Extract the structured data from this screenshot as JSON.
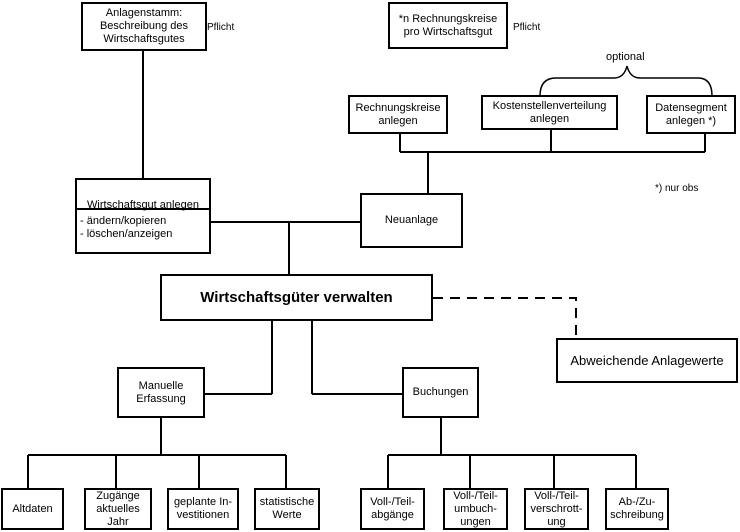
{
  "diagram": {
    "top": {
      "anlagenstamm": "Anlagenstamm:\nBeschreibung des\nWirtschaftsgutes",
      "anlagenstamm_note": "Pflicht",
      "rechnungskreise_per_wg": "*n Rechnungskreise\npro Wirtschaftsgut",
      "rechnungskreise_note": "Pflicht",
      "optional_label": "optional",
      "footnote": "*) nur obs"
    },
    "setup": {
      "rechnungskreise": "Rechnungskreise\nanlegen",
      "kostenstellenverteilung": "Kostenstellenverteilung\nanlegen",
      "datensegment": "Datensegment\nanlegen  *)",
      "neuanlage": "Neuanlage"
    },
    "wg_anlegen": {
      "title": "Wirtschaftsgut anlegen",
      "actions": "- ändern/kopieren\n- löschen/anzeigen"
    },
    "center": "Wirtschaftsgüter verwalten",
    "abweichende": "Abweichende Anlagewerte",
    "manuell": {
      "title": "Manuelle\nErfassung",
      "children": [
        "Altdaten",
        "Zugänge\naktuelles\nJahr",
        "geplante In-\nvestitionen",
        "statistische\nWerte"
      ]
    },
    "buchungen": {
      "title": "Buchungen",
      "children": [
        "Voll-/Teil-\nabgänge",
        "Voll-/Teil-\numbuch-\nungen",
        "Voll-/Teil-\nverschrott-\nung",
        "Ab-/Zu-\nschreibung"
      ]
    }
  }
}
